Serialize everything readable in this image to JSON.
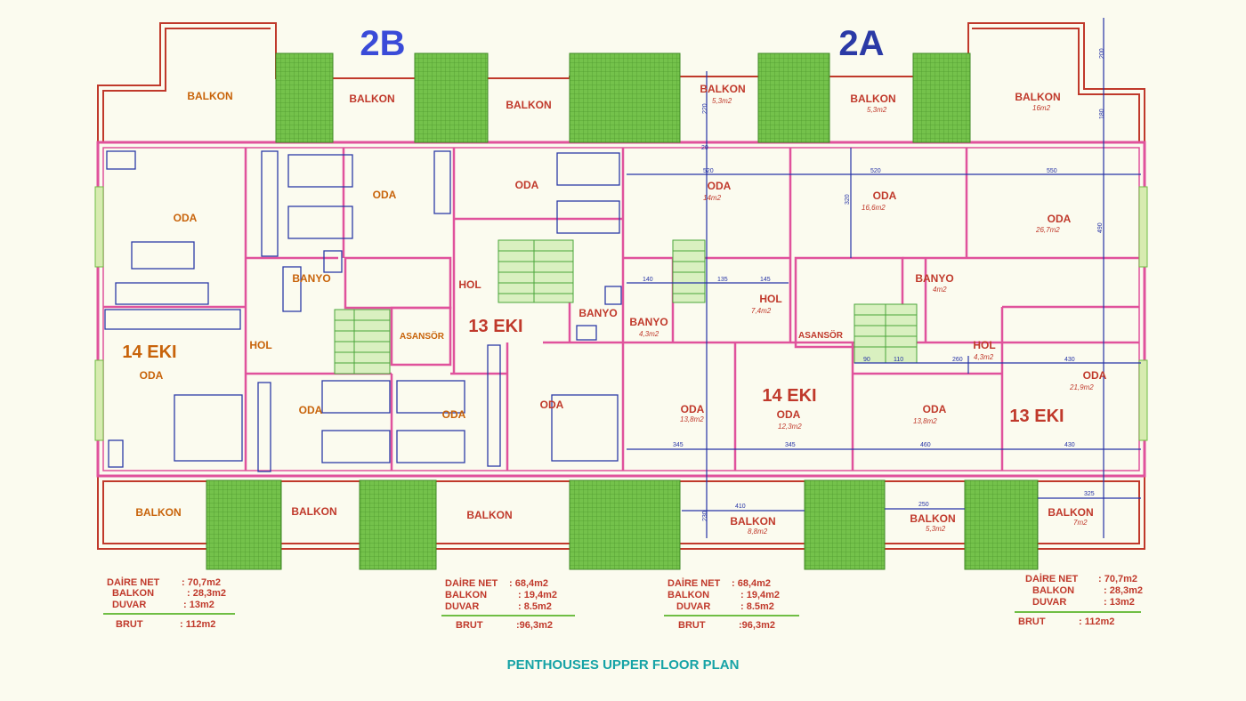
{
  "wings": {
    "left": "2B",
    "right": "2A"
  },
  "units": {
    "u14_left": "14 EKI",
    "u13_left": "13 EKI",
    "u14_right": "14 EKI",
    "u13_right": "13 EKI"
  },
  "rooms": {
    "balkon": "BALKON",
    "oda": "ODA",
    "hol": "HOL",
    "banyo": "BANYO",
    "asansor": "ASANSÖR"
  },
  "areas": {
    "balkon_top3": "5,3m2",
    "balkon_top4": "5,3m2",
    "balkon_top5": "16m2",
    "balkon_bot4": "8,8m2",
    "balkon_bot5": "5,3m2",
    "balkon_bot6": "7m2",
    "oda_a": "14m2",
    "oda_b": "16,6m2",
    "oda_c": "26,7m2",
    "banyo_r": "4m2",
    "hol_mid": "7,4m2",
    "banyo_mid": "4,3m2",
    "hol_right": "4,3m2",
    "oda_r1": "13,8m2",
    "oda_r2": "12,3m2",
    "oda_r3": "13,8m2",
    "oda_r4": "21,9m2"
  },
  "dimensions": {
    "d520a": "520",
    "d520b": "520",
    "d550": "550",
    "d320": "320",
    "d490": "490",
    "d220": "220",
    "d200": "200",
    "d180": "180",
    "d140": "140",
    "d145": "145",
    "d135": "135",
    "d110": "110",
    "d90": "90",
    "d260": "260",
    "d430a": "430",
    "d430b": "430",
    "d345a": "345",
    "d345b": "345",
    "d460": "460",
    "d410": "410",
    "d250": "250",
    "d325": "325",
    "d230": "230",
    "d20": "20"
  },
  "summaries": [
    {
      "net_label": "DAİRE NET",
      "net": ": 70,7m2",
      "balkon_label": "BALKON",
      "balkon": ": 28,3m2",
      "duvar_label": "DUVAR",
      "duvar": ": 13m2",
      "brut_label": "BRUT",
      "brut": ": 112m2"
    },
    {
      "net_label": "DAİRE NET",
      "net": ": 68,4m2",
      "balkon_label": "BALKON",
      "balkon": ": 19,4m2",
      "duvar_label": "DUVAR",
      "duvar": ": 8.5m2",
      "brut_label": "BRUT",
      "brut": ":96,3m2"
    },
    {
      "net_label": "DAİRE NET",
      "net": ": 68,4m2",
      "balkon_label": "BALKON",
      "balkon": ": 19,4m2",
      "duvar_label": "DUVAR",
      "duvar": ": 8.5m2",
      "brut_label": "BRUT",
      "brut": ":96,3m2"
    },
    {
      "net_label": "DAİRE NET",
      "net": ": 70,7m2",
      "balkon_label": "BALKON",
      "balkon": ": 28,3m2",
      "duvar_label": "DUVAR",
      "duvar": ": 13m2",
      "brut_label": "BRUT",
      "brut": ": 112m2"
    }
  ],
  "title": "PENTHOUSES UPPER FLOOR PLAN",
  "colors": {
    "wall": "#e0529c",
    "balcony_wall": "#c0392b",
    "green": "#6fbe44",
    "dim": "#2633a6",
    "label": "#c0392b",
    "orange": "#c8630a",
    "title": "#16a3a6",
    "wing": "#3a4bd8"
  }
}
